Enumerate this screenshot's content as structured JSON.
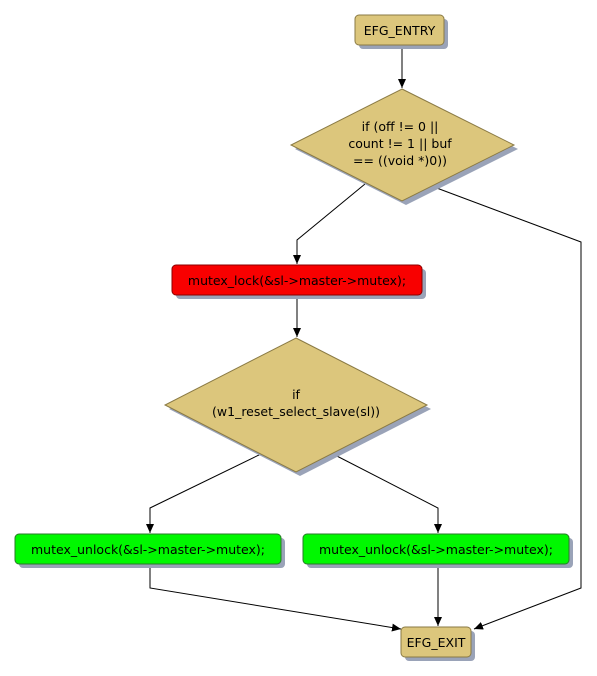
{
  "colors": {
    "terminal": "#dcc67c",
    "decision": "#dcc67c",
    "lock": "#f80000",
    "unlock": "#00f800",
    "shadow": "#9aa3b8",
    "edge": "#000000"
  },
  "nodes": {
    "entry": {
      "label": "EFG_ENTRY"
    },
    "cond1": {
      "lines": [
        "if (off != 0 ||",
        "count != 1 || buf",
        "== ((void *)0))"
      ]
    },
    "lock": {
      "label": "mutex_lock(&sl->master->mutex);"
    },
    "cond2": {
      "lines": [
        "if",
        "(w1_reset_select_slave(sl))"
      ]
    },
    "unlock_left": {
      "label": "mutex_unlock(&sl->master->mutex);"
    },
    "unlock_right": {
      "label": "mutex_unlock(&sl->master->mutex);"
    },
    "exit": {
      "label": "EFG_EXIT"
    }
  }
}
